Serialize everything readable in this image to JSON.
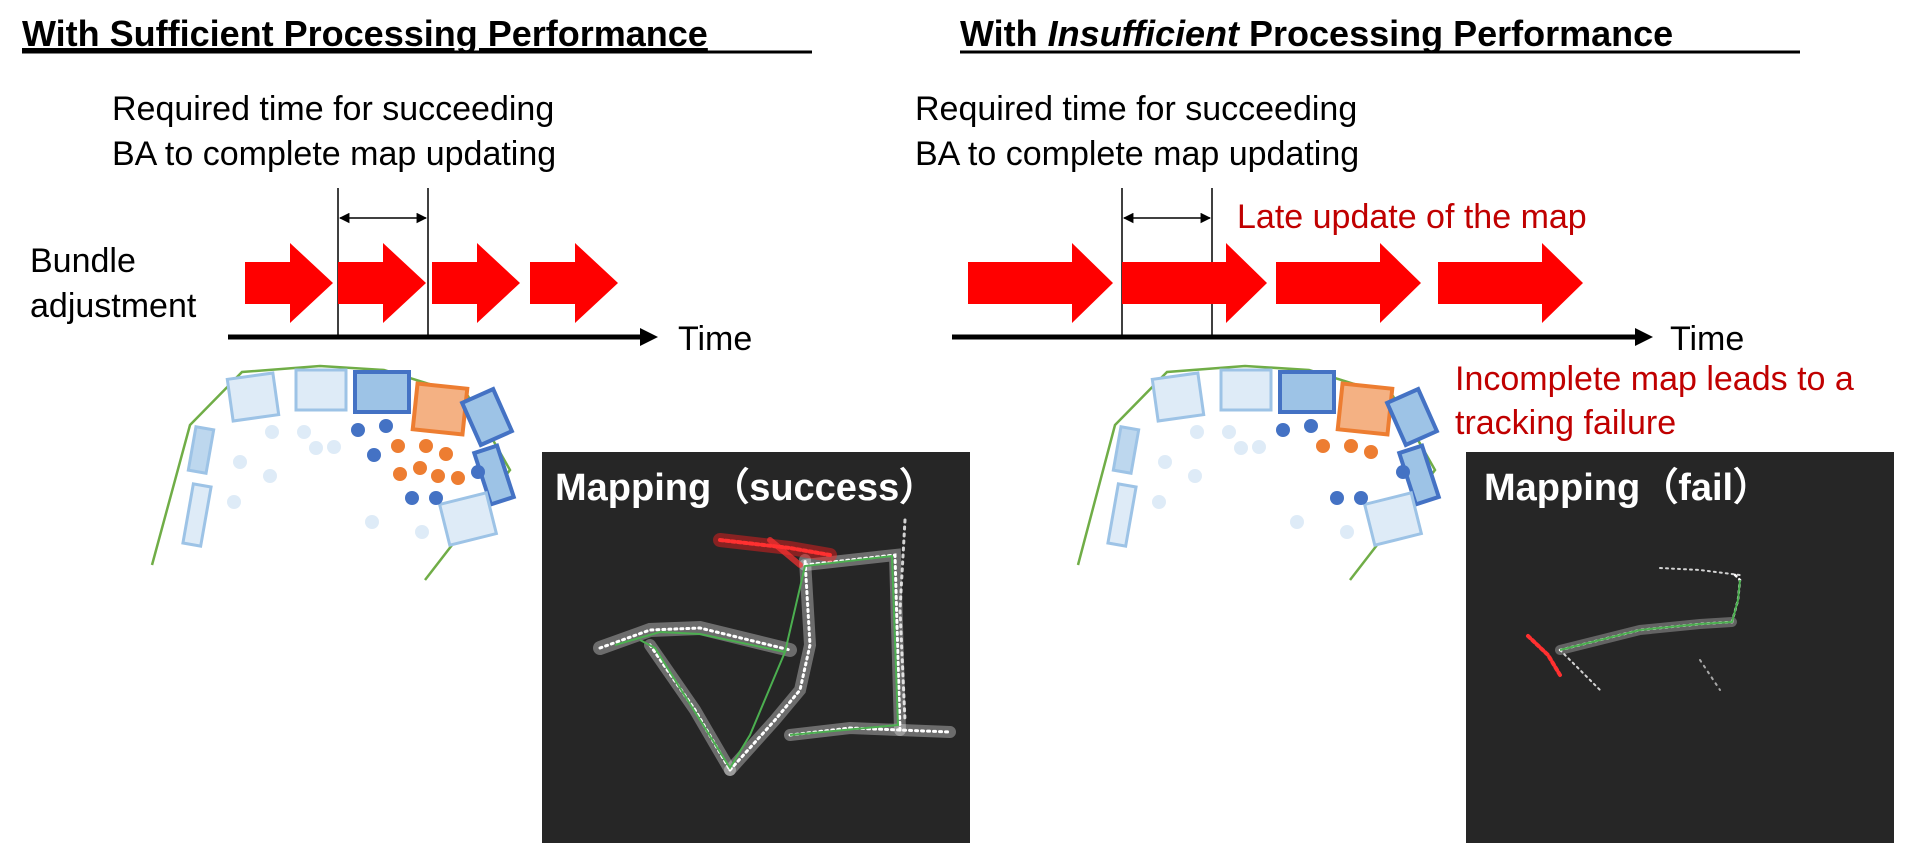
{
  "left": {
    "title": "With Sufficient Processing Performance",
    "note_line1": "Required time for succeeding",
    "note_line2": "BA to complete map updating",
    "ba_label_line1": "Bundle",
    "ba_label_line2": "adjustment",
    "time_label": "Time",
    "map_title": "Mapping（success）"
  },
  "right": {
    "title_prefix": "With ",
    "title_emph": "Insufficient",
    "title_suffix": " Processing Performance",
    "note_line1": "Required time for succeeding",
    "note_line2": "BA to complete map updating",
    "late_label": "Late update of the map",
    "fail_line1": "Incomplete map leads to a",
    "fail_line2": "tracking failure",
    "time_label": "Time",
    "map_title": "Mapping（fail）"
  },
  "colors": {
    "arrow_red": "#ff0000",
    "annotation_red": "#c00000",
    "map_background": "#262626",
    "trajectory_green": "#4caf50",
    "keyframe_light": "#bdd7ee",
    "keyframe_active": "#4472c4",
    "keyframe_current": "#ed7d31"
  }
}
